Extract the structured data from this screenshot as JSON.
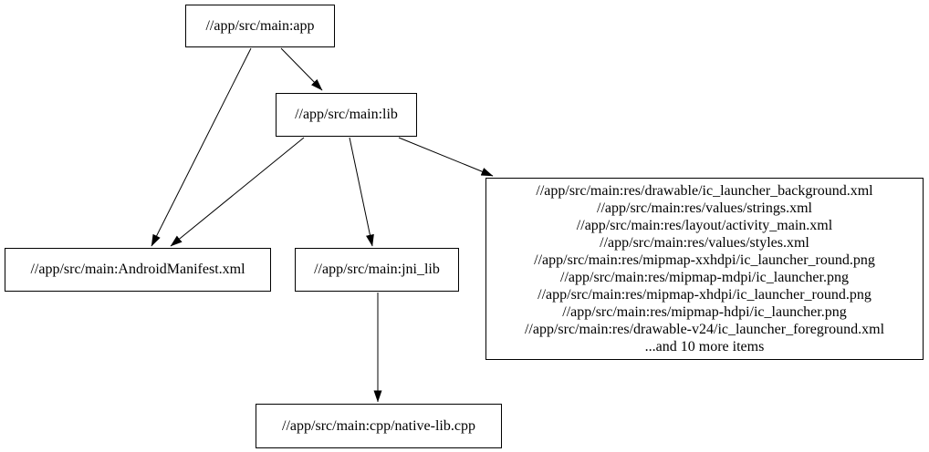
{
  "diagram": {
    "type": "dependency-graph",
    "colors": {
      "background": "#ffffff",
      "node_border": "#000000",
      "node_fill": "#ffffff",
      "edge": "#000000",
      "text": "#000000"
    },
    "nodes": {
      "app": {
        "label": "//app/src/main:app"
      },
      "lib": {
        "label": "//app/src/main:lib"
      },
      "android_manifest": {
        "label": "//app/src/main:AndroidManifest.xml"
      },
      "jni_lib": {
        "label": "//app/src/main:jni_lib"
      },
      "resources": {
        "lines": [
          "//app/src/main:res/drawable/ic_launcher_background.xml",
          "//app/src/main:res/values/strings.xml",
          "//app/src/main:res/layout/activity_main.xml",
          "//app/src/main:res/values/styles.xml",
          "//app/src/main:res/mipmap-xxhdpi/ic_launcher_round.png",
          "//app/src/main:res/mipmap-mdpi/ic_launcher.png",
          "//app/src/main:res/mipmap-xhdpi/ic_launcher_round.png",
          "//app/src/main:res/mipmap-hdpi/ic_launcher.png",
          "//app/src/main:res/drawable-v24/ic_launcher_foreground.xml",
          "...and 10 more items"
        ]
      },
      "native_lib": {
        "label": "//app/src/main:cpp/native-lib.cpp"
      }
    },
    "edges": [
      {
        "from": "app",
        "to": "lib"
      },
      {
        "from": "app",
        "to": "android_manifest"
      },
      {
        "from": "lib",
        "to": "android_manifest"
      },
      {
        "from": "lib",
        "to": "jni_lib"
      },
      {
        "from": "lib",
        "to": "resources"
      },
      {
        "from": "jni_lib",
        "to": "native_lib"
      }
    ]
  }
}
